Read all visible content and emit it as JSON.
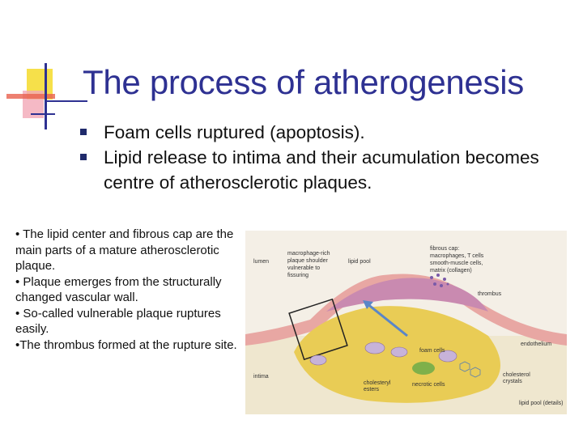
{
  "slide": {
    "title": "The process of atherogenesis",
    "bullets": [
      "Foam cells ruptured (apoptosis).",
      "Lipid release to intima and their acumulation becomes centre of atherosclerotic plaques."
    ],
    "side_notes": [
      "• The lipid center and fibrous cap are the main parts of a mature atherosclerotic plaque.",
      "• Plaque emerges from the structurally changed vascular wall.",
      "• So-called vulnerable plaque ruptures easily.",
      "•The thrombus formed at the rupture site."
    ]
  },
  "figure": {
    "labels": {
      "lumen": "lumen",
      "shoulder": [
        "macrophage-rich",
        "plaque shoulder",
        "vulnerable to",
        "fissuring"
      ],
      "lipid_pool": "lipid pool",
      "fibrous_cap": [
        "fibrous cap:",
        "macrophages, T cells",
        "smooth-muscle cells,",
        "matrix (collagen)"
      ],
      "thrombus": "thrombus",
      "endothelium": "endothelium",
      "intima": "intima",
      "foam_cells": "foam cells",
      "cholesteryl_esters": [
        "cholesteryl",
        "esters"
      ],
      "necrotic_cells": "necrotic cells",
      "cholesterol_crystals": [
        "cholesterol",
        "crystals"
      ],
      "lipid_pool_details": "lipid pool (details)"
    }
  }
}
